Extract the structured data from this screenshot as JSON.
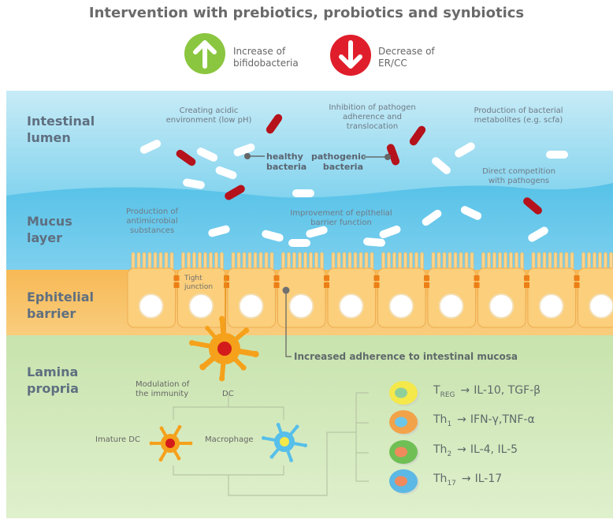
{
  "title": "Intervention with prebiotics, probiotics and synbiotics",
  "legend": {
    "increase": {
      "line1": "Increase of",
      "line2": "bifidobacteria",
      "color": "#8ac63f"
    },
    "decrease": {
      "line1": "Decrease of",
      "line2": "ER/CC",
      "color": "#e01e2b"
    }
  },
  "layers": {
    "lumen": {
      "line1": "Intestinal",
      "line2": "lumen"
    },
    "mucus": {
      "line1": "Mucus",
      "line2": "layer"
    },
    "barrier": {
      "line1": "Ephitelial",
      "line2": "barrier"
    },
    "lamina": {
      "line1": "Lamina",
      "line2": "propria"
    }
  },
  "notes": {
    "acidic": {
      "line1": "Creating acidic",
      "line2": "environment (low pH)"
    },
    "inhibition": {
      "line1": "Inhibition of pathogen",
      "line2": "adherence and",
      "line3": "translocation"
    },
    "metabolites": {
      "line1": "Production of bacterial",
      "line2": "metabolites (e.g. scfa)"
    },
    "competition": {
      "line1": "Direct competition",
      "line2": "with pathogens"
    },
    "antimicrobial": {
      "line1": "Production of",
      "line2": "antimicrobial",
      "line3": "substances"
    },
    "epithelial": {
      "line1": "Improvement of epithelial",
      "line2": "barrier function"
    },
    "tight": {
      "line1": "Tight",
      "line2": "junction"
    },
    "adherence": "Increased adherence to intestinal mucosa"
  },
  "bacteria_labels": {
    "healthy": {
      "line1": "healthy",
      "line2": "bacteria"
    },
    "pathogenic": {
      "line1": "pathogenic",
      "line2": "bacteria"
    }
  },
  "immune": {
    "modulation": {
      "line1": "Modulation of",
      "line2": "the immunity"
    },
    "dc": "DC",
    "imature": "Imature DC",
    "macrophage": "Macrophage"
  },
  "th_cells": [
    {
      "main": "T",
      "sub": "REG",
      "arrow": "→",
      "cytokines": "IL-10, TGF-β",
      "outer": "#f4e84a",
      "inner": "#8fcf9a"
    },
    {
      "main": "Th",
      "sub": "1",
      "arrow": "→",
      "cytokines": "IFN-γ,TNF-α",
      "outer": "#f2a34a",
      "inner": "#6cc6e8"
    },
    {
      "main": "Th",
      "sub": "2",
      "arrow": "→",
      "cytokines": "IL-4, IL-5",
      "outer": "#6fbf55",
      "inner": "#f08a5d"
    },
    {
      "main": "Th",
      "sub": "17",
      "arrow": "→",
      "cytokines": "IL-17",
      "outer": "#5cb8e4",
      "inner": "#f08a5d"
    }
  ],
  "colors": {
    "lumen": "#a6dcee",
    "mucus": "#6ccbea",
    "barrier": "#f8c56a",
    "lamina": "#cfe6b4",
    "cell": "#fbcf7c",
    "pathogen": "#b5121b",
    "dc": "#f5a11b"
  }
}
